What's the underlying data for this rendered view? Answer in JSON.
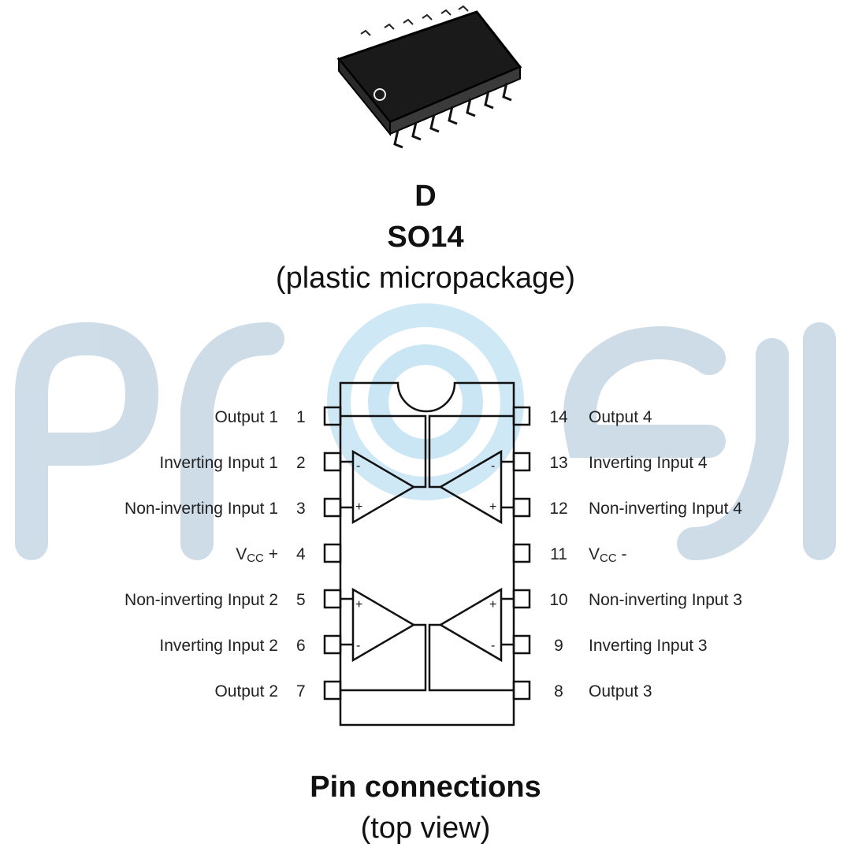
{
  "watermark": {
    "text": "proesi",
    "color": "#c9d9e6"
  },
  "package": {
    "letter": "D",
    "name": "SO14",
    "description": "(plastic micropackage)"
  },
  "pins": {
    "left": [
      {
        "number": "1",
        "label": "Output 1"
      },
      {
        "number": "2",
        "label": "Inverting Input 1"
      },
      {
        "number": "3",
        "label": "Non-inverting Input 1"
      },
      {
        "number": "4",
        "label": "V",
        "sub": "CC",
        "suffix": " +"
      },
      {
        "number": "5",
        "label": "Non-inverting Input 2"
      },
      {
        "number": "6",
        "label": "Inverting Input 2"
      },
      {
        "number": "7",
        "label": "Output 2"
      }
    ],
    "right": [
      {
        "number": "14",
        "label": "Output 4"
      },
      {
        "number": "13",
        "label": "Inverting Input 4"
      },
      {
        "number": "12",
        "label": "Non-inverting Input 4"
      },
      {
        "number": "11",
        "label": "V",
        "sub": "CC",
        "suffix": " -"
      },
      {
        "number": "10",
        "label": "Non-inverting Input 3"
      },
      {
        "number": "9",
        "label": "Inverting Input 3"
      },
      {
        "number": "8",
        "label": "Output 3"
      }
    ]
  },
  "footer": {
    "title": "Pin connections",
    "subtitle": "(top view)"
  }
}
